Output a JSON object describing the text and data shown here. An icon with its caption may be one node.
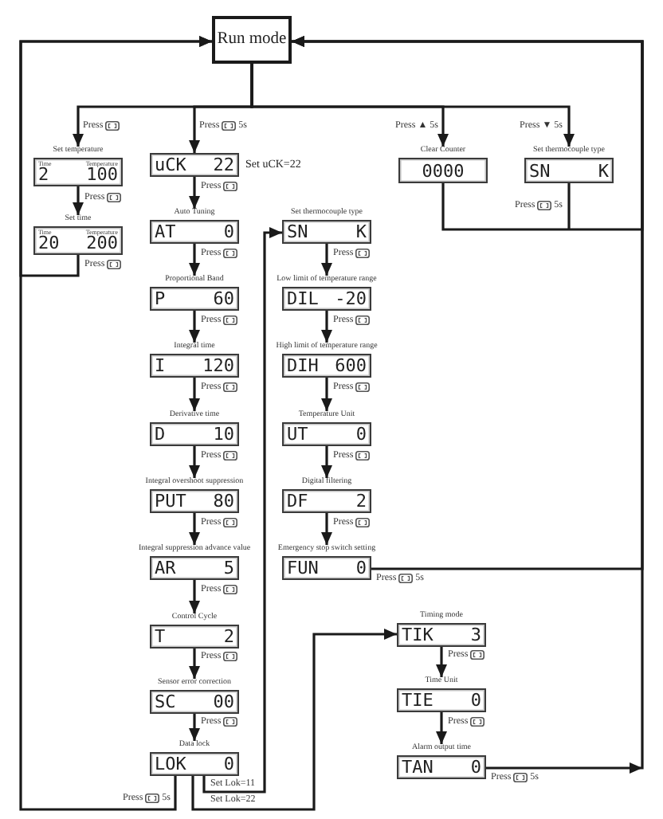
{
  "diagram": {
    "nodes": [
      {
        "text": [
          "Run mode"
        ]
      },
      {
        "text": [
          "Set temperature",
          "Time",
          "Temperature",
          "2 100"
        ]
      },
      {
        "text": [
          "uCK 22"
        ],
        "beside": [
          "Set uCK=22"
        ]
      },
      {
        "text": [
          "Clear Counter",
          "0000"
        ]
      },
      {
        "text": [
          "Set thermocouple type",
          "SN K"
        ]
      },
      {
        "text": [
          "Set time",
          "Time",
          "Temperature",
          "20 200"
        ]
      },
      {
        "text": [
          "Auto Tuning",
          "AT 0"
        ]
      },
      {
        "text": [
          "Set thermocouple type",
          "SN K"
        ]
      },
      {
        "text": [
          "Proportional Band",
          "P 60"
        ]
      },
      {
        "text": [
          "Low limit of temperature range",
          "DIL -20"
        ]
      },
      {
        "text": [
          "Integral time",
          "I 120"
        ]
      },
      {
        "text": [
          "High limit of temperature range",
          "DIH 600"
        ]
      },
      {
        "text": [
          "Derivative time",
          "D 10"
        ]
      },
      {
        "text": [
          "Temperature Unit",
          "UT 0"
        ]
      },
      {
        "text": [
          "Integral overshoot suppression",
          "PUT 80"
        ]
      },
      {
        "text": [
          "Digital filtering",
          "DF 2"
        ]
      },
      {
        "text": [
          "Integral suppression advance value",
          "AR 5"
        ]
      },
      {
        "text": [
          "Emergency stop switch setting",
          "FUN 0"
        ]
      },
      {
        "text": [
          "Control Cycle",
          "T 2"
        ]
      },
      {
        "text": [
          "Timing mode",
          "TIK 3"
        ]
      },
      {
        "text": [
          "Sensor error correction",
          "SC 00"
        ]
      },
      {
        "text": [
          "Time Unit",
          "TIE 0"
        ]
      },
      {
        "text": [
          "Data lock",
          "LOK 0"
        ]
      },
      {
        "text": [
          "Alarm output time",
          "TAN 0"
        ]
      }
    ],
    "edges": [
      {
        "from": 0,
        "to": 1,
        "arrow": "to",
        "label": "Press"
      },
      {
        "from": 0,
        "to": 2,
        "arrow": "to",
        "label": "Press"
      },
      {
        "from": 0,
        "to": 3,
        "arrow": "to",
        "label": "Press ▲ 5s"
      },
      {
        "from": 0,
        "to": 4,
        "arrow": "to",
        "label": "Press ▼ 5s"
      },
      {
        "from": 1,
        "to": 5,
        "arrow": "to",
        "label": "Press"
      },
      {
        "from": 5,
        "to": 0,
        "arrow": "to",
        "label": "Press"
      },
      {
        "from": 2,
        "to": 6,
        "arrow": "to",
        "label": "Press"
      },
      {
        "from": 6,
        "to": 8,
        "arrow": "to",
        "label": "Press"
      },
      {
        "from": 8,
        "to": 10,
        "arrow": "to",
        "label": "Press"
      },
      {
        "from": 10,
        "to": 12,
        "arrow": "to",
        "label": "Press"
      },
      {
        "from": 12,
        "to": 14,
        "arrow": "to",
        "label": "Press"
      },
      {
        "from": 14,
        "to": 16,
        "arrow": "to",
        "label": "Press"
      },
      {
        "from": 16,
        "to": 18,
        "arrow": "to",
        "label": "Press"
      },
      {
        "from": 18,
        "to": 20,
        "arrow": "to",
        "label": "Press"
      },
      {
        "from": 20,
        "to": 22,
        "arrow": "to",
        "label": "Press"
      },
      {
        "from": 22,
        "to": 0,
        "arrow": "to",
        "label": "Press"
      },
      {
        "from": 22,
        "to": 7,
        "arrow": "to",
        "label": "Set Lok=11"
      },
      {
        "from": 22,
        "to": 19,
        "arrow": "to",
        "label": "Set Lok=22"
      },
      {
        "from": 7,
        "to": 9,
        "arrow": "to",
        "label": "Press"
      },
      {
        "from": 9,
        "to": 11,
        "arrow": "to",
        "label": "Press"
      },
      {
        "from": 11,
        "to": 13,
        "arrow": "to",
        "label": "Press"
      },
      {
        "from": 13,
        "to": 15,
        "arrow": "to",
        "label": "Press"
      },
      {
        "from": 15,
        "to": 17,
        "arrow": "to",
        "label": "Press"
      },
      {
        "from": 17,
        "to": 0,
        "arrow": "to",
        "label": "Press"
      },
      {
        "from": 19,
        "to": 21,
        "arrow": "to",
        "label": "Press"
      },
      {
        "from": 21,
        "to": 23,
        "arrow": "to",
        "label": "Press"
      },
      {
        "from": 23,
        "to": 0,
        "arrow": "to",
        "label": "Press"
      },
      {
        "from": 3,
        "to": 0,
        "arrow": "to"
      },
      {
        "from": 4,
        "to": 0,
        "arrow": "to",
        "label": "Press"
      }
    ],
    "labels": [
      "5s",
      "5s",
      "5s",
      "5s",
      "5s"
    ]
  }
}
